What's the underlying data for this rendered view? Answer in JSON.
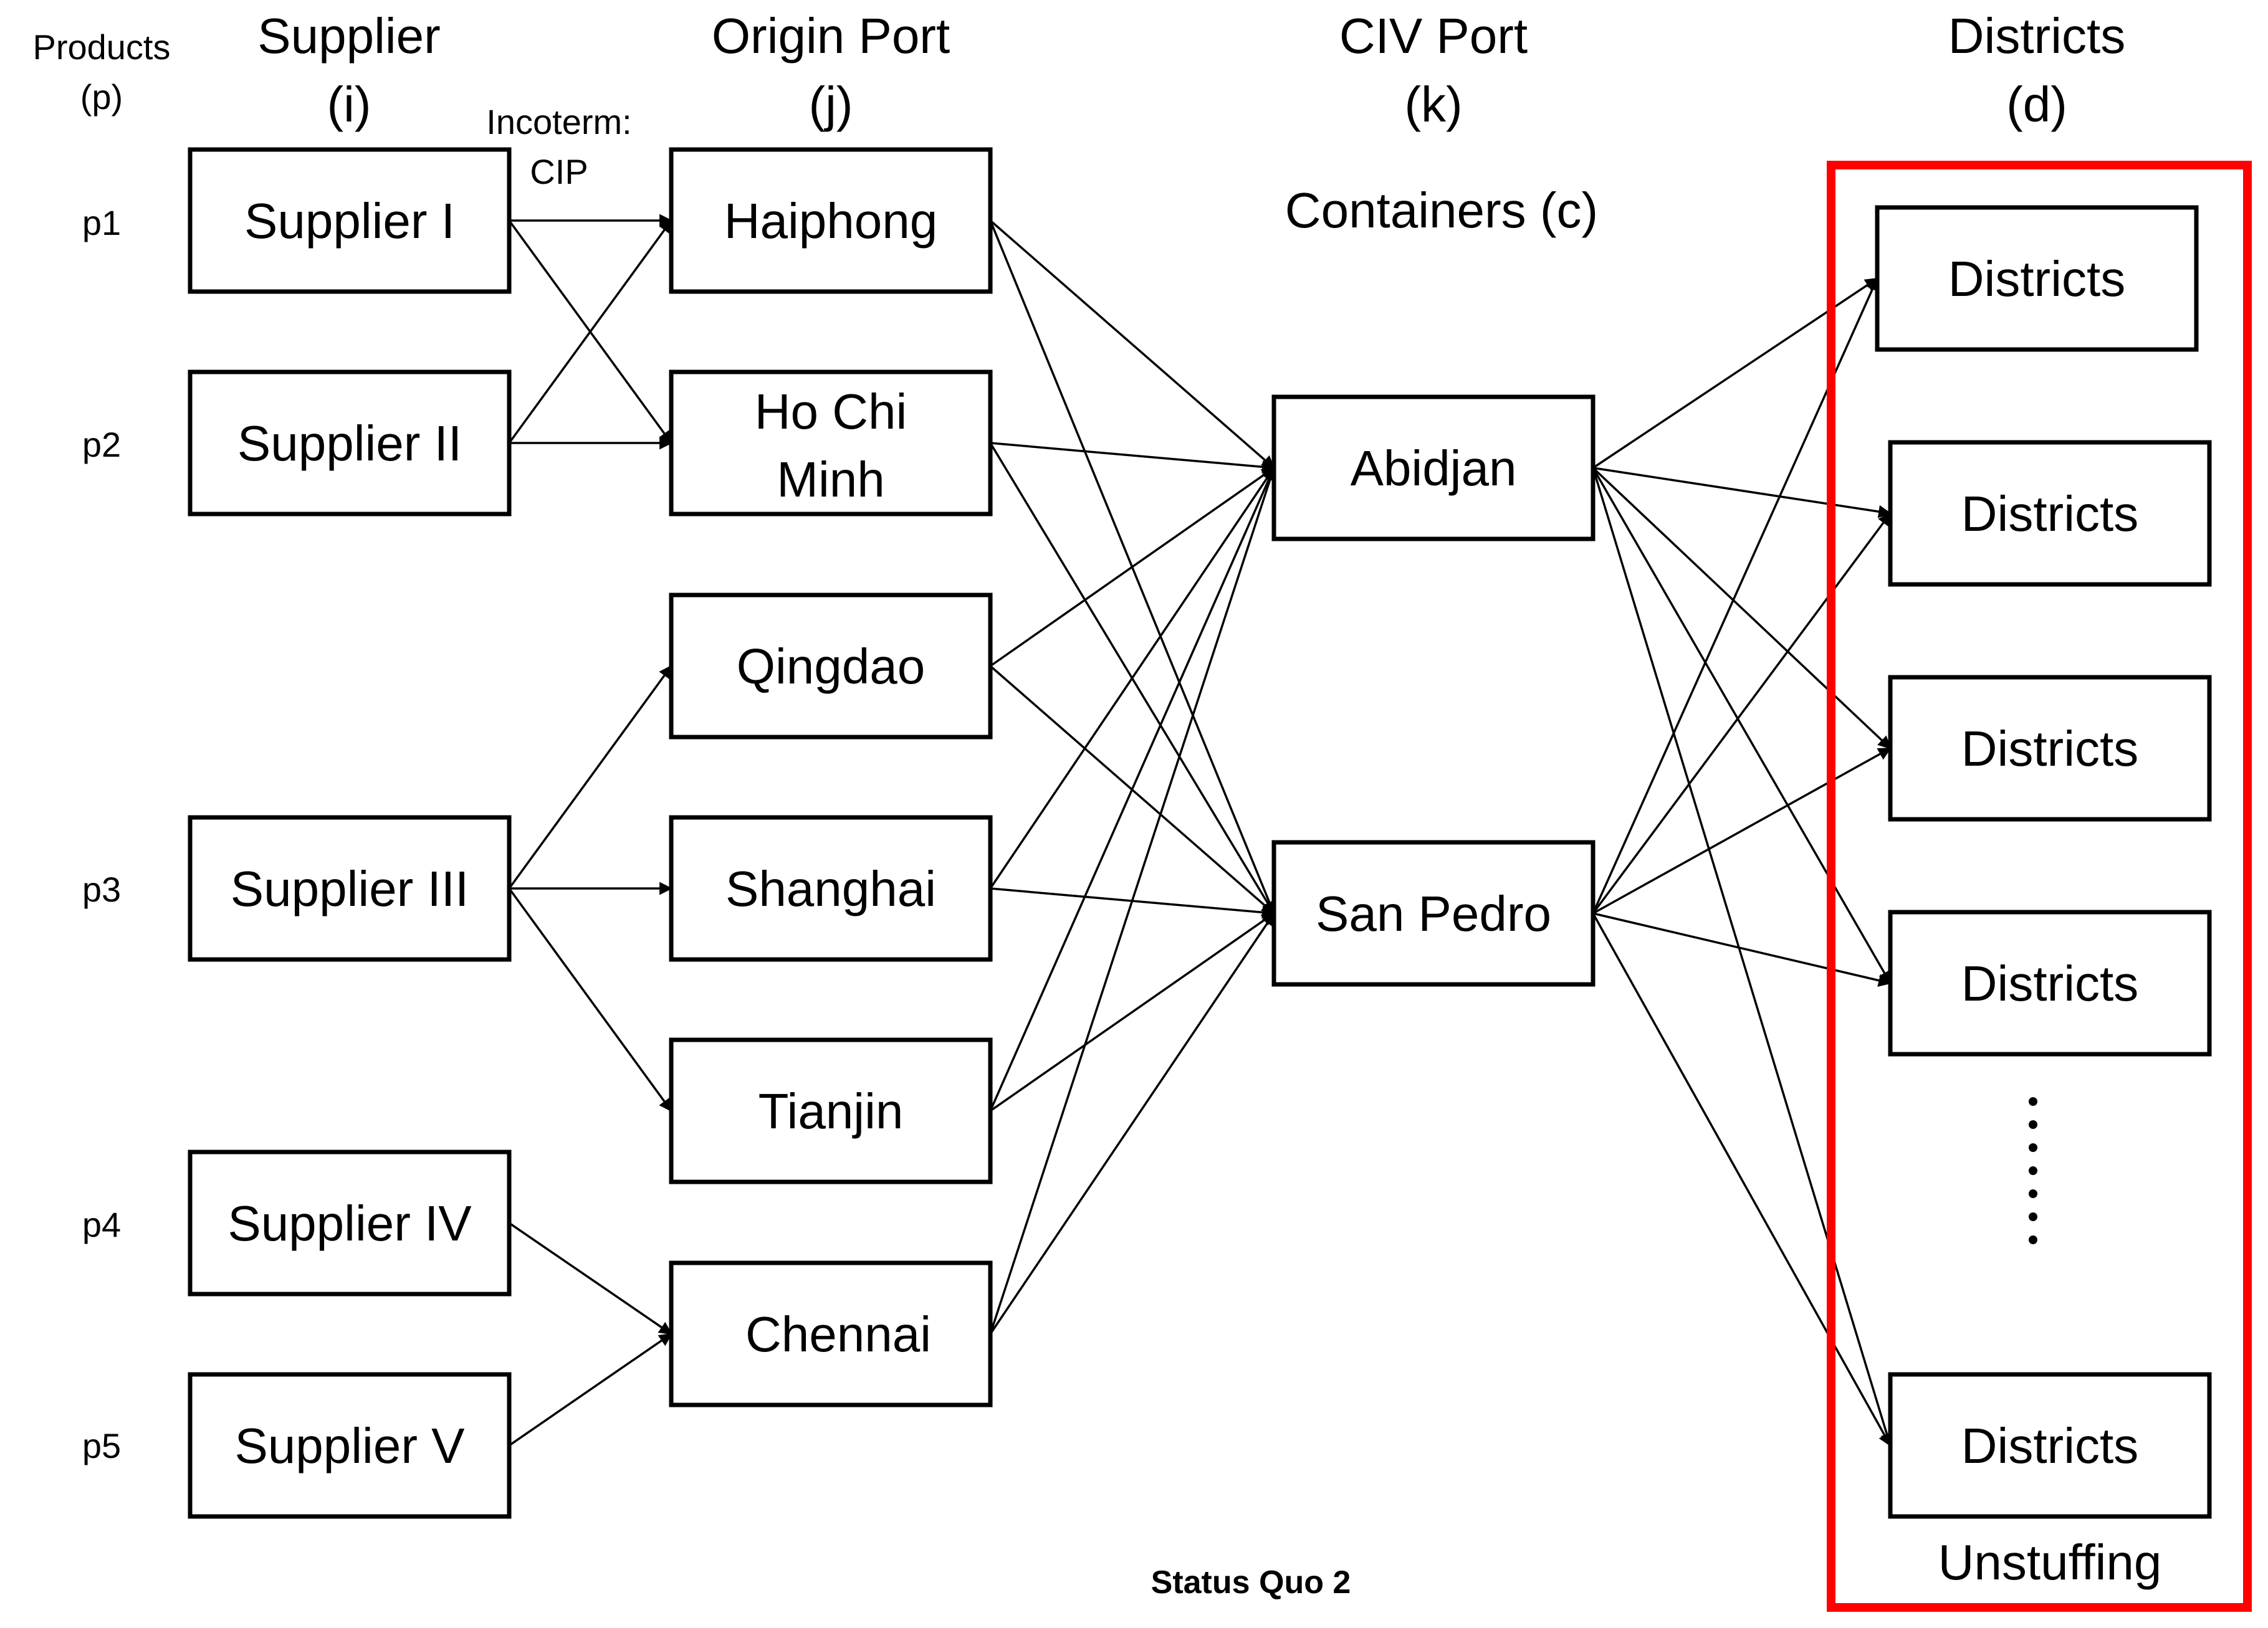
{
  "headers": {
    "products": [
      "Products",
      "(p)"
    ],
    "supplier": [
      "Supplier",
      "(i)"
    ],
    "origin_port": [
      "Origin Port",
      "(j)"
    ],
    "civ_port": [
      "CIV Port",
      "(k)"
    ],
    "districts": [
      "Districts",
      "(d)"
    ]
  },
  "incoterm": [
    "Incoterm:",
    "CIP"
  ],
  "containers_label": "Containers (c)",
  "products": [
    "p1",
    "p2",
    "p3",
    "p4",
    "p5"
  ],
  "suppliers": [
    {
      "id": "s1",
      "lines": [
        "Supplier I"
      ]
    },
    {
      "id": "s2",
      "lines": [
        "Supplier II"
      ]
    },
    {
      "id": "s3",
      "lines": [
        "Supplier III"
      ]
    },
    {
      "id": "s4",
      "lines": [
        "Supplier IV"
      ]
    },
    {
      "id": "s5",
      "lines": [
        "Supplier V"
      ]
    }
  ],
  "origin_ports": [
    {
      "id": "o1",
      "lines": [
        "Haiphong"
      ]
    },
    {
      "id": "o2",
      "lines": [
        "Ho Chi",
        "Minh"
      ]
    },
    {
      "id": "o3",
      "lines": [
        "Qingdao"
      ]
    },
    {
      "id": "o4",
      "lines": [
        "Shanghai"
      ]
    },
    {
      "id": "o5",
      "lines": [
        "Tianjin"
      ]
    },
    {
      "id": "o6",
      "lines": [
        "Chennai"
      ]
    }
  ],
  "civ_ports": [
    {
      "id": "c1",
      "lines": [
        "Abidjan"
      ]
    },
    {
      "id": "c2",
      "lines": [
        "San Pedro"
      ]
    }
  ],
  "districts": [
    {
      "id": "d1",
      "lines": [
        "Districts"
      ]
    },
    {
      "id": "d2",
      "lines": [
        "Districts"
      ]
    },
    {
      "id": "d3",
      "lines": [
        "Districts"
      ]
    },
    {
      "id": "d4",
      "lines": [
        "Districts"
      ]
    },
    {
      "id": "d5",
      "lines": [
        "Districts"
      ]
    }
  ],
  "ellipsis": "⋮",
  "unstuffing_label": "Unstuffing",
  "caption": "Status Quo 2",
  "highlight_color": "#ff0000",
  "edges": [
    [
      "s1",
      "o1"
    ],
    [
      "s1",
      "o2"
    ],
    [
      "s2",
      "o1"
    ],
    [
      "s2",
      "o2"
    ],
    [
      "s3",
      "o3"
    ],
    [
      "s3",
      "o4"
    ],
    [
      "s3",
      "o5"
    ],
    [
      "s4",
      "o6"
    ],
    [
      "s5",
      "o6"
    ],
    [
      "o1",
      "c1"
    ],
    [
      "o1",
      "c2"
    ],
    [
      "o2",
      "c1"
    ],
    [
      "o2",
      "c2"
    ],
    [
      "o3",
      "c1"
    ],
    [
      "o3",
      "c2"
    ],
    [
      "o4",
      "c1"
    ],
    [
      "o4",
      "c2"
    ],
    [
      "o5",
      "c1"
    ],
    [
      "o5",
      "c2"
    ],
    [
      "o6",
      "c1"
    ],
    [
      "o6",
      "c2"
    ],
    [
      "c1",
      "d1"
    ],
    [
      "c1",
      "d2"
    ],
    [
      "c1",
      "d3"
    ],
    [
      "c1",
      "d4"
    ],
    [
      "c1",
      "d5"
    ],
    [
      "c2",
      "d1"
    ],
    [
      "c2",
      "d2"
    ],
    [
      "c2",
      "d3"
    ],
    [
      "c2",
      "d4"
    ],
    [
      "c2",
      "d5"
    ]
  ]
}
